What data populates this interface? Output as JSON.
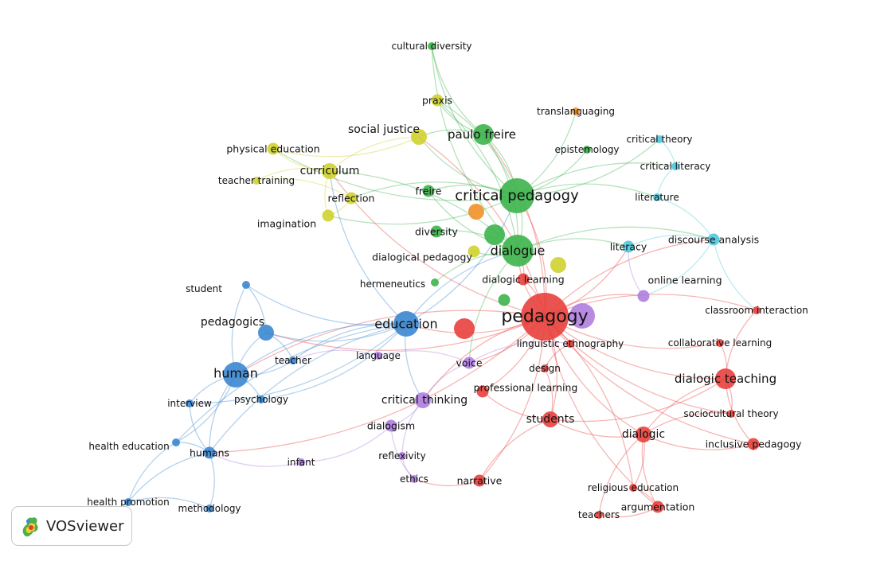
{
  "app": {
    "brand": "VOSviewer"
  },
  "colors": {
    "red": "#e8403c",
    "green": "#3cb44b",
    "blue": "#3b87d0",
    "yellow": "#cfd130",
    "purple": "#b07ee0",
    "cyan": "#4fc9dd",
    "orange": "#ef922a"
  },
  "chart_data": {
    "type": "network",
    "nodes": [
      {
        "id": "pedagogy",
        "label": "pedagogy",
        "cluster": "red",
        "weight": 10
      },
      {
        "id": "education",
        "label": "education",
        "cluster": "blue",
        "weight": 6
      },
      {
        "id": "critical-pedagogy",
        "label": "critical pedagogy",
        "cluster": "green",
        "weight": 8
      },
      {
        "id": "dialogue",
        "label": "dialogue",
        "cluster": "green",
        "weight": 7
      },
      {
        "id": "paulo-freire",
        "label": "paulo freire",
        "cluster": "green",
        "weight": 5
      },
      {
        "id": "cultural-diversity",
        "label": "cultural diversity",
        "cluster": "green",
        "weight": 2
      },
      {
        "id": "praxis",
        "label": "praxis",
        "cluster": "yellow",
        "weight": 3
      },
      {
        "id": "translanguaging",
        "label": "translanguaging",
        "cluster": "orange",
        "weight": 2
      },
      {
        "id": "critical-theory",
        "label": "critical theory",
        "cluster": "cyan",
        "weight": 2
      },
      {
        "id": "critical-literacy",
        "label": "critical literacy",
        "cluster": "cyan",
        "weight": 2
      },
      {
        "id": "literature",
        "label": "literature",
        "cluster": "cyan",
        "weight": 2
      },
      {
        "id": "discourse-analysis",
        "label": "discourse analysis",
        "cluster": "cyan",
        "weight": 3
      },
      {
        "id": "literacy",
        "label": "literacy",
        "cluster": "cyan",
        "weight": 3
      },
      {
        "id": "epistemology",
        "label": "epistemology",
        "cluster": "green",
        "weight": 2
      },
      {
        "id": "social-justice",
        "label": "social justice",
        "cluster": "yellow",
        "weight": 4
      },
      {
        "id": "physical-education",
        "label": "physical education",
        "cluster": "yellow",
        "weight": 3
      },
      {
        "id": "curriculum",
        "label": "curriculum",
        "cluster": "yellow",
        "weight": 4
      },
      {
        "id": "teacher-training",
        "label": "teacher training",
        "cluster": "yellow",
        "weight": 2
      },
      {
        "id": "reflection",
        "label": "reflection",
        "cluster": "yellow",
        "weight": 3
      },
      {
        "id": "imagination",
        "label": "imagination",
        "cluster": "yellow",
        "weight": 3
      },
      {
        "id": "freire",
        "label": "freire",
        "cluster": "green",
        "weight": 3
      },
      {
        "id": "diversity",
        "label": "diversity",
        "cluster": "green",
        "weight": 3
      },
      {
        "id": "dialogical-pedagogy",
        "label": "dialogical pedagogy",
        "cluster": "yellow",
        "weight": 3
      },
      {
        "id": "dialogic-learning",
        "label": "dialogic learning",
        "cluster": "red",
        "weight": 3
      },
      {
        "id": "hermeneutics",
        "label": "hermeneutics",
        "cluster": "green",
        "weight": 2
      },
      {
        "id": "online-learning",
        "label": "online learning",
        "cluster": "purple",
        "weight": 3
      },
      {
        "id": "classroom-interaction",
        "label": "classroom interaction",
        "cluster": "red",
        "weight": 2
      },
      {
        "id": "collaborative-learning",
        "label": "collaborative learning",
        "cluster": "red",
        "weight": 2
      },
      {
        "id": "dialogic-teaching",
        "label": "dialogic teaching",
        "cluster": "red",
        "weight": 5
      },
      {
        "id": "student",
        "label": "student",
        "cluster": "blue",
        "weight": 2
      },
      {
        "id": "pedagogics",
        "label": "pedagogics",
        "cluster": "blue",
        "weight": 4
      },
      {
        "id": "human",
        "label": "human",
        "cluster": "blue",
        "weight": 6
      },
      {
        "id": "teacher",
        "label": "teacher",
        "cluster": "blue",
        "weight": 2
      },
      {
        "id": "language",
        "label": "language",
        "cluster": "purple",
        "weight": 2
      },
      {
        "id": "voice",
        "label": "voice",
        "cluster": "purple",
        "weight": 3
      },
      {
        "id": "linguistic-ethnography",
        "label": "linguistic ethnography",
        "cluster": "red",
        "weight": 2
      },
      {
        "id": "design",
        "label": "design",
        "cluster": "red",
        "weight": 2
      },
      {
        "id": "professional-learning",
        "label": "professional learning",
        "cluster": "red",
        "weight": 3
      },
      {
        "id": "critical-thinking",
        "label": "critical thinking",
        "cluster": "purple",
        "weight": 4
      },
      {
        "id": "interview",
        "label": "interview",
        "cluster": "blue",
        "weight": 2
      },
      {
        "id": "psychology",
        "label": "psychology",
        "cluster": "blue",
        "weight": 2
      },
      {
        "id": "dialogism",
        "label": "dialogism",
        "cluster": "purple",
        "weight": 3
      },
      {
        "id": "students",
        "label": "students",
        "cluster": "red",
        "weight": 4
      },
      {
        "id": "sociocultural-theory",
        "label": "sociocultural theory",
        "cluster": "red",
        "weight": 2
      },
      {
        "id": "dialogic",
        "label": "dialogic",
        "cluster": "red",
        "weight": 4
      },
      {
        "id": "inclusive-pedagogy",
        "label": "inclusive pedagogy",
        "cluster": "red",
        "weight": 3
      },
      {
        "id": "health-education",
        "label": "health education",
        "cluster": "blue",
        "weight": 2
      },
      {
        "id": "humans",
        "label": "humans",
        "cluster": "blue",
        "weight": 3
      },
      {
        "id": "infant",
        "label": "infant",
        "cluster": "purple",
        "weight": 2
      },
      {
        "id": "reflexivity",
        "label": "reflexivity",
        "cluster": "purple",
        "weight": 2
      },
      {
        "id": "ethics",
        "label": "ethics",
        "cluster": "purple",
        "weight": 2
      },
      {
        "id": "narrative",
        "label": "narrative",
        "cluster": "red",
        "weight": 3
      },
      {
        "id": "religious-education",
        "label": "religious education",
        "cluster": "red",
        "weight": 2
      },
      {
        "id": "argumentation",
        "label": "argumentation",
        "cluster": "red",
        "weight": 3
      },
      {
        "id": "teachers",
        "label": "teachers",
        "cluster": "red",
        "weight": 2
      },
      {
        "id": "health-promotion",
        "label": "health promotion",
        "cluster": "blue",
        "weight": 2
      },
      {
        "id": "methodology",
        "label": "methodology",
        "cluster": "blue",
        "weight": 2
      },
      {
        "id": "pedagogy-purple",
        "label": "",
        "cluster": "purple",
        "weight": 6
      },
      {
        "id": "red-center",
        "label": "",
        "cluster": "red",
        "weight": 5
      },
      {
        "id": "freire-orange",
        "label": "",
        "cluster": "orange",
        "weight": 4
      },
      {
        "id": "green-center",
        "label": "",
        "cluster": "green",
        "weight": 5
      },
      {
        "id": "yellow-dialogue",
        "label": "",
        "cluster": "yellow",
        "weight": 4
      },
      {
        "id": "green-small",
        "label": "",
        "cluster": "green",
        "weight": 3
      }
    ],
    "links": [
      [
        "pedagogy",
        "education"
      ],
      [
        "pedagogy",
        "critical-pedagogy"
      ],
      [
        "pedagogy",
        "dialogue"
      ],
      [
        "pedagogy",
        "dialogic-teaching"
      ],
      [
        "pedagogy",
        "students"
      ],
      [
        "pedagogy",
        "dialogic"
      ],
      [
        "pedagogy",
        "voice"
      ],
      [
        "pedagogy",
        "human"
      ],
      [
        "pedagogy",
        "pedagogics"
      ],
      [
        "pedagogy",
        "literacy"
      ],
      [
        "pedagogy",
        "online-learning"
      ],
      [
        "pedagogy",
        "critical-thinking"
      ],
      [
        "pedagogy",
        "curriculum"
      ],
      [
        "pedagogy",
        "social-justice"
      ],
      [
        "pedagogy",
        "narrative"
      ],
      [
        "pedagogy",
        "argumentation"
      ],
      [
        "pedagogy",
        "classroom-interaction"
      ],
      [
        "pedagogy",
        "collaborative-learning"
      ],
      [
        "pedagogy",
        "professional-learning"
      ],
      [
        "pedagogy",
        "inclusive-pedagogy"
      ],
      [
        "pedagogy",
        "discourse-analysis"
      ],
      [
        "pedagogy",
        "paulo-freire"
      ],
      [
        "pedagogy",
        "humans"
      ],
      [
        "pedagogy",
        "sociocultural-theory"
      ],
      [
        "pedagogy",
        "religious-education"
      ],
      [
        "education",
        "human"
      ],
      [
        "education",
        "pedagogics"
      ],
      [
        "education",
        "critical-pedagogy"
      ],
      [
        "education",
        "dialogue"
      ],
      [
        "education",
        "humans"
      ],
      [
        "education",
        "curriculum"
      ],
      [
        "education",
        "critical-thinking"
      ],
      [
        "education",
        "student"
      ],
      [
        "education",
        "teacher"
      ],
      [
        "education",
        "psychology"
      ],
      [
        "education",
        "health-education"
      ],
      [
        "education",
        "interview"
      ],
      [
        "critical-pedagogy",
        "paulo-freire"
      ],
      [
        "critical-pedagogy",
        "social-justice"
      ],
      [
        "critical-pedagogy",
        "praxis"
      ],
      [
        "critical-pedagogy",
        "critical-literacy"
      ],
      [
        "critical-pedagogy",
        "critical-theory"
      ],
      [
        "critical-pedagogy",
        "dialogue"
      ],
      [
        "critical-pedagogy",
        "freire"
      ],
      [
        "critical-pedagogy",
        "cultural-diversity"
      ],
      [
        "critical-pedagogy",
        "epistemology"
      ],
      [
        "critical-pedagogy",
        "literature"
      ],
      [
        "critical-pedagogy",
        "translanguaging"
      ],
      [
        "critical-pedagogy",
        "physical-education"
      ],
      [
        "critical-pedagogy",
        "reflection"
      ],
      [
        "critical-pedagogy",
        "imagination"
      ],
      [
        "dialogue",
        "paulo-freire"
      ],
      [
        "dialogue",
        "freire"
      ],
      [
        "dialogue",
        "diversity"
      ],
      [
        "dialogue",
        "dialogical-pedagogy"
      ],
      [
        "dialogue",
        "hermeneutics"
      ],
      [
        "dialogue",
        "literacy"
      ],
      [
        "dialogue",
        "praxis"
      ],
      [
        "dialogue",
        "discourse-analysis"
      ],
      [
        "dialogue",
        "curriculum"
      ],
      [
        "dialogue",
        "cultural-diversity"
      ],
      [
        "dialogue",
        "voice"
      ],
      [
        "paulo-freire",
        "praxis"
      ],
      [
        "paulo-freire",
        "social-justice"
      ],
      [
        "paulo-freire",
        "cultural-diversity"
      ],
      [
        "social-justice",
        "curriculum"
      ],
      [
        "social-justice",
        "physical-education"
      ],
      [
        "curriculum",
        "teacher-training"
      ],
      [
        "curriculum",
        "physical-education"
      ],
      [
        "curriculum",
        "imagination"
      ],
      [
        "reflection",
        "imagination"
      ],
      [
        "reflection",
        "teacher-training"
      ],
      [
        "critical-theory",
        "critical-literacy"
      ],
      [
        "critical-literacy",
        "literature"
      ],
      [
        "literature",
        "discourse-analysis"
      ],
      [
        "discourse-analysis",
        "literacy"
      ],
      [
        "discourse-analysis",
        "online-learning"
      ],
      [
        "discourse-analysis",
        "classroom-interaction"
      ],
      [
        "human",
        "pedagogics"
      ],
      [
        "human",
        "humans"
      ],
      [
        "human",
        "psychology"
      ],
      [
        "human",
        "interview"
      ],
      [
        "human",
        "health-education"
      ],
      [
        "human",
        "teacher"
      ],
      [
        "human",
        "student"
      ],
      [
        "humans",
        "health-promotion"
      ],
      [
        "humans",
        "methodology"
      ],
      [
        "humans",
        "health-education"
      ],
      [
        "humans",
        "interview"
      ],
      [
        "pedagogics",
        "student"
      ],
      [
        "pedagogics",
        "teacher"
      ],
      [
        "health-education",
        "health-promotion"
      ],
      [
        "health-promotion",
        "methodology"
      ],
      [
        "dialogic-teaching",
        "dialogic"
      ],
      [
        "dialogic-teaching",
        "classroom-interaction"
      ],
      [
        "dialogic-teaching",
        "collaborative-learning"
      ],
      [
        "dialogic-teaching",
        "sociocultural-theory"
      ],
      [
        "dialogic-teaching",
        "inclusive-pedagogy"
      ],
      [
        "dialogic-teaching",
        "students"
      ],
      [
        "dialogic",
        "argumentation"
      ],
      [
        "dialogic",
        "religious-education"
      ],
      [
        "dialogic",
        "teachers"
      ],
      [
        "dialogic",
        "students"
      ],
      [
        "dialogic",
        "inclusive-pedagogy"
      ],
      [
        "dialogic",
        "sociocultural-theory"
      ],
      [
        "students",
        "narrative"
      ],
      [
        "students",
        "professional-learning"
      ],
      [
        "students",
        "design"
      ],
      [
        "argumentation",
        "teachers"
      ],
      [
        "argumentation",
        "religious-education"
      ],
      [
        "critical-thinking",
        "dialogism"
      ],
      [
        "critical-thinking",
        "reflexivity"
      ],
      [
        "critical-thinking",
        "voice"
      ],
      [
        "dialogism",
        "ethics"
      ],
      [
        "dialogism",
        "infant"
      ],
      [
        "reflexivity",
        "ethics"
      ],
      [
        "narrative",
        "ethics"
      ],
      [
        "voice",
        "language"
      ],
      [
        "voice",
        "linguistic-ethnography"
      ],
      [
        "language",
        "teacher"
      ],
      [
        "online-learning",
        "literacy"
      ],
      [
        "dialogic-learning",
        "dialogue"
      ],
      [
        "dialogic-learning",
        "pedagogy"
      ],
      [
        "linguistic-ethnography",
        "design"
      ],
      [
        "infant",
        "humans"
      ]
    ]
  }
}
